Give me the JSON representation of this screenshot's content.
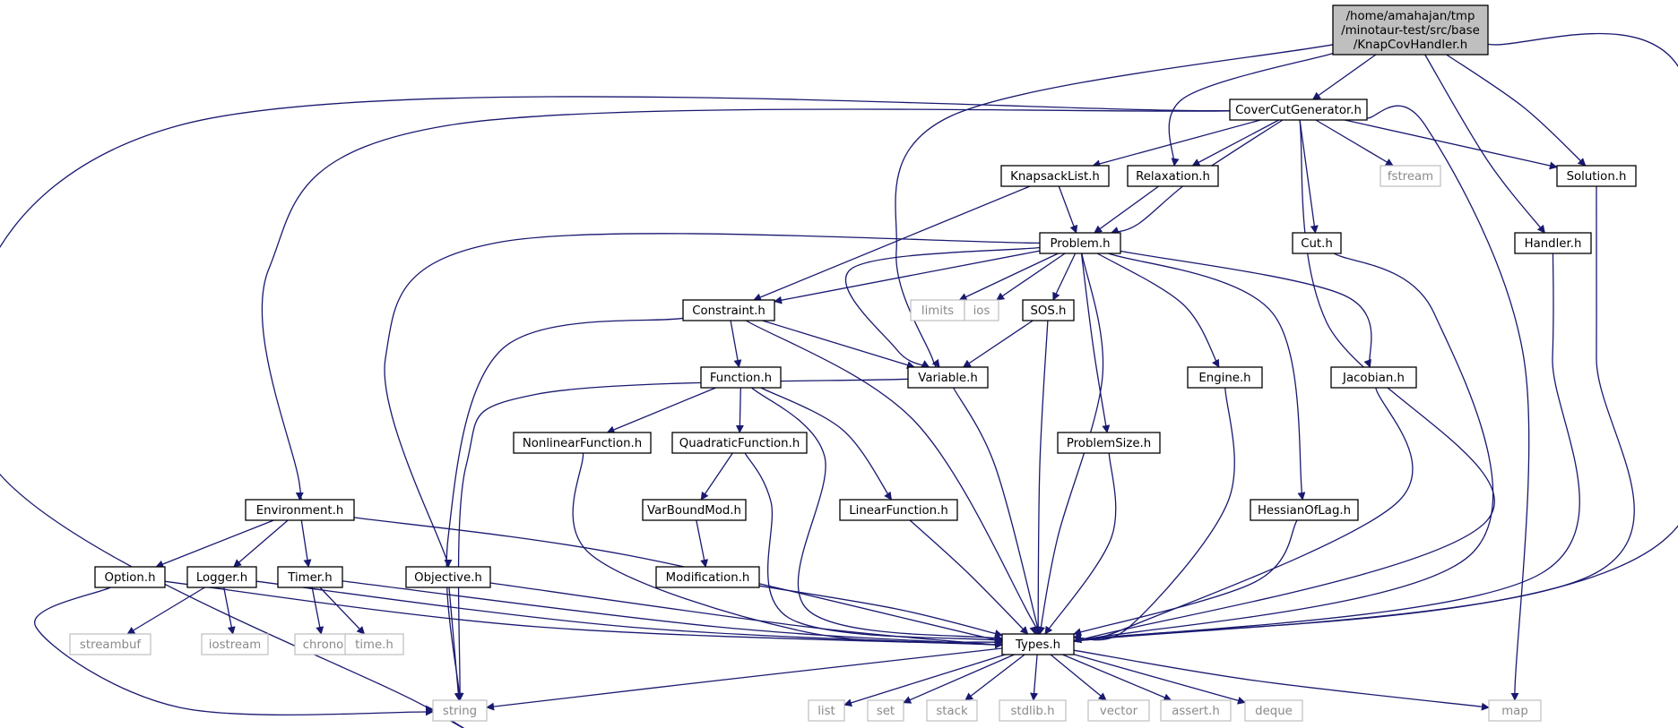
{
  "nodes": [
    {
      "id": "knapcov",
      "label": [
        "/home/amahajan/tmp",
        "/minotaur-test/src/base",
        "/KnapCovHandler.h"
      ],
      "root": true
    },
    {
      "id": "covercut",
      "label": [
        "CoverCutGenerator.h"
      ]
    },
    {
      "id": "knapsacklist",
      "label": [
        "KnapsackList.h"
      ]
    },
    {
      "id": "relaxation",
      "label": [
        "Relaxation.h"
      ]
    },
    {
      "id": "fstream",
      "label": [
        "fstream"
      ],
      "system": true
    },
    {
      "id": "solution",
      "label": [
        "Solution.h"
      ]
    },
    {
      "id": "problem",
      "label": [
        "Problem.h"
      ]
    },
    {
      "id": "cut",
      "label": [
        "Cut.h"
      ]
    },
    {
      "id": "handler",
      "label": [
        "Handler.h"
      ]
    },
    {
      "id": "constraint",
      "label": [
        "Constraint.h"
      ]
    },
    {
      "id": "limits",
      "label": [
        "limits"
      ],
      "system": true
    },
    {
      "id": "ios",
      "label": [
        "ios"
      ],
      "system": true
    },
    {
      "id": "sos",
      "label": [
        "SOS.h"
      ]
    },
    {
      "id": "function",
      "label": [
        "Function.h"
      ]
    },
    {
      "id": "variable",
      "label": [
        "Variable.h"
      ]
    },
    {
      "id": "engine",
      "label": [
        "Engine.h"
      ]
    },
    {
      "id": "jacobian",
      "label": [
        "Jacobian.h"
      ]
    },
    {
      "id": "nonlinear",
      "label": [
        "NonlinearFunction.h"
      ]
    },
    {
      "id": "quadratic",
      "label": [
        "QuadraticFunction.h"
      ]
    },
    {
      "id": "problemsize",
      "label": [
        "ProblemSize.h"
      ]
    },
    {
      "id": "environment",
      "label": [
        "Environment.h"
      ]
    },
    {
      "id": "varboundmod",
      "label": [
        "VarBoundMod.h"
      ]
    },
    {
      "id": "linear",
      "label": [
        "LinearFunction.h"
      ]
    },
    {
      "id": "hessian",
      "label": [
        "HessianOfLag.h"
      ]
    },
    {
      "id": "option",
      "label": [
        "Option.h"
      ]
    },
    {
      "id": "logger",
      "label": [
        "Logger.h"
      ]
    },
    {
      "id": "timer",
      "label": [
        "Timer.h"
      ]
    },
    {
      "id": "objective",
      "label": [
        "Objective.h"
      ]
    },
    {
      "id": "modification",
      "label": [
        "Modification.h"
      ]
    },
    {
      "id": "streambuf",
      "label": [
        "streambuf"
      ],
      "system": true
    },
    {
      "id": "iostream",
      "label": [
        "iostream"
      ],
      "system": true
    },
    {
      "id": "chrono",
      "label": [
        "chrono"
      ],
      "system": true
    },
    {
      "id": "timeh",
      "label": [
        "time.h"
      ],
      "system": true
    },
    {
      "id": "types",
      "label": [
        "Types.h"
      ]
    },
    {
      "id": "string",
      "label": [
        "string"
      ],
      "system": true
    },
    {
      "id": "list",
      "label": [
        "list"
      ],
      "system": true
    },
    {
      "id": "set",
      "label": [
        "set"
      ],
      "system": true
    },
    {
      "id": "stack",
      "label": [
        "stack"
      ],
      "system": true
    },
    {
      "id": "stdlib",
      "label": [
        "stdlib.h"
      ],
      "system": true
    },
    {
      "id": "vector",
      "label": [
        "vector"
      ],
      "system": true
    },
    {
      "id": "assert",
      "label": [
        "assert.h"
      ],
      "system": true
    },
    {
      "id": "deque",
      "label": [
        "deque"
      ],
      "system": true
    },
    {
      "id": "map",
      "label": [
        "map"
      ],
      "system": true
    }
  ],
  "edges": [
    [
      "knapcov",
      "covercut"
    ],
    [
      "knapcov",
      "relaxation"
    ],
    [
      "knapcov",
      "solution"
    ],
    [
      "knapcov",
      "handler"
    ],
    [
      "knapcov",
      "variable"
    ],
    [
      "knapcov",
      "types"
    ],
    [
      "covercut",
      "knapsacklist"
    ],
    [
      "covercut",
      "relaxation"
    ],
    [
      "covercut",
      "fstream"
    ],
    [
      "covercut",
      "solution"
    ],
    [
      "covercut",
      "problem"
    ],
    [
      "covercut",
      "cut"
    ],
    [
      "covercut",
      "types"
    ],
    [
      "covercut",
      "map"
    ],
    [
      "covercut",
      "string"
    ],
    [
      "covercut",
      "environment"
    ],
    [
      "knapsacklist",
      "problem"
    ],
    [
      "knapsacklist",
      "constraint"
    ],
    [
      "relaxation",
      "problem"
    ],
    [
      "solution",
      "types"
    ],
    [
      "handler",
      "types"
    ],
    [
      "cut",
      "types"
    ],
    [
      "problem",
      "constraint"
    ],
    [
      "problem",
      "limits"
    ],
    [
      "problem",
      "ios"
    ],
    [
      "problem",
      "sos"
    ],
    [
      "problem",
      "variable"
    ],
    [
      "problem",
      "engine"
    ],
    [
      "problem",
      "jacobian"
    ],
    [
      "problem",
      "problemsize"
    ],
    [
      "problem",
      "hessian"
    ],
    [
      "problem",
      "objective"
    ],
    [
      "problem",
      "types"
    ],
    [
      "constraint",
      "function"
    ],
    [
      "constraint",
      "variable"
    ],
    [
      "constraint",
      "types"
    ],
    [
      "constraint",
      "string"
    ],
    [
      "sos",
      "variable"
    ],
    [
      "sos",
      "types"
    ],
    [
      "variable",
      "types"
    ],
    [
      "variable",
      "string"
    ],
    [
      "function",
      "nonlinear"
    ],
    [
      "function",
      "quadratic"
    ],
    [
      "function",
      "linear"
    ],
    [
      "function",
      "types"
    ],
    [
      "engine",
      "types"
    ],
    [
      "jacobian",
      "types"
    ],
    [
      "problemsize",
      "types"
    ],
    [
      "hessian",
      "types"
    ],
    [
      "nonlinear",
      "types"
    ],
    [
      "quadratic",
      "varboundmod"
    ],
    [
      "quadratic",
      "types"
    ],
    [
      "varboundmod",
      "modification"
    ],
    [
      "modification",
      "types"
    ],
    [
      "linear",
      "types"
    ],
    [
      "environment",
      "option"
    ],
    [
      "environment",
      "logger"
    ],
    [
      "environment",
      "timer"
    ],
    [
      "environment",
      "types"
    ],
    [
      "option",
      "types"
    ],
    [
      "option",
      "string"
    ],
    [
      "logger",
      "streambuf"
    ],
    [
      "logger",
      "iostream"
    ],
    [
      "logger",
      "types"
    ],
    [
      "timer",
      "chrono"
    ],
    [
      "timer",
      "timeh"
    ],
    [
      "timer",
      "types"
    ],
    [
      "objective",
      "string"
    ],
    [
      "objective",
      "types"
    ],
    [
      "types",
      "string"
    ],
    [
      "types",
      "list"
    ],
    [
      "types",
      "set"
    ],
    [
      "types",
      "stack"
    ],
    [
      "types",
      "stdlib"
    ],
    [
      "types",
      "vector"
    ],
    [
      "types",
      "assert"
    ],
    [
      "types",
      "deque"
    ],
    [
      "types",
      "map"
    ]
  ]
}
